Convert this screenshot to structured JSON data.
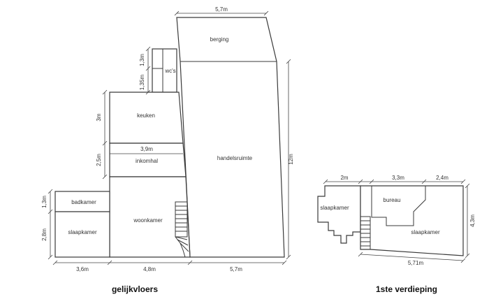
{
  "ground_floor": {
    "caption": "gelijkvloers",
    "rooms": {
      "berging": "berging",
      "wcs": "wc's",
      "keuken": "keuken",
      "inkomhal": "inkomhal",
      "handelsruimte": "handelsruimte",
      "badkamer": "badkamer",
      "slaapkamer": "slaapkamer",
      "woonkamer": "woonkamer"
    },
    "dims": {
      "top_width": "5,7m",
      "wc1": "1,3m",
      "wc2": "1,35m",
      "keuken_h": "3m",
      "inkomhal_w": "3,9m",
      "inkomhal_h": "2,5m",
      "right_h": "12m",
      "bad_h": "1,3m",
      "slaap_h": "2,8m",
      "bottom_1": "3,6m",
      "bottom_2": "4,8m",
      "bottom_3": "5,7m"
    }
  },
  "first_floor": {
    "caption": "1ste verdieping",
    "rooms": {
      "slaapkamer_left": "slaapkamer",
      "bureau": "bureau",
      "slaapkamer_right": "slaapkamer"
    },
    "dims": {
      "top_1": "2m",
      "top_2": "3,3m",
      "top_3": "2,4m",
      "right_h": "4,3m",
      "bottom": "5,71m"
    }
  }
}
